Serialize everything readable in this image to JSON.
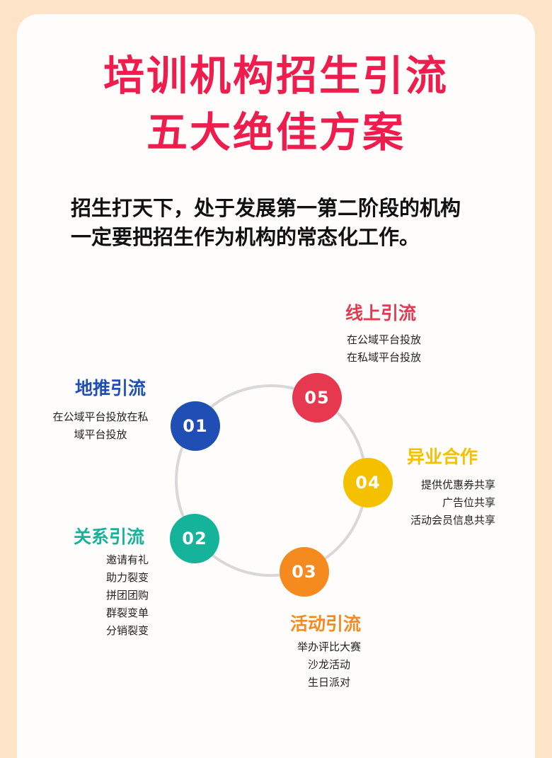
{
  "title": {
    "line1": "培训机构招生引流",
    "line2": "五大绝佳方案"
  },
  "intro": {
    "line1": "招生打天下，处于发展第一第二阶段的机构",
    "line2": "一定要把招生作为机构的常态化工作。"
  },
  "colors": {
    "background": "#fde3c8",
    "title": "#ee1d4d",
    "n01": "#1f4fb4",
    "n02": "#14b39a",
    "n03": "#f58a1f",
    "n04": "#f5c000",
    "n05": "#e63950"
  },
  "nodes": {
    "n01": {
      "number": "01",
      "heading": "地推引流",
      "items": [
        "在公域平台投放在私",
        "域平台投放"
      ]
    },
    "n02": {
      "number": "02",
      "heading": "关系引流",
      "items": [
        "邀请有礼",
        "助力裂变",
        "拼团团购",
        "群裂变单",
        "分销裂变"
      ]
    },
    "n03": {
      "number": "03",
      "heading": "活动引流",
      "items": [
        "举办评比大赛",
        "沙龙活动",
        "生日派对"
      ]
    },
    "n04": {
      "number": "04",
      "heading": "异业合作",
      "items": [
        "提供优惠券共享",
        "广告位共享",
        "活动会员信息共享"
      ]
    },
    "n05": {
      "number": "05",
      "heading": "线上引流",
      "items": [
        "在公域平台投放",
        "在私域平台投放"
      ]
    }
  }
}
